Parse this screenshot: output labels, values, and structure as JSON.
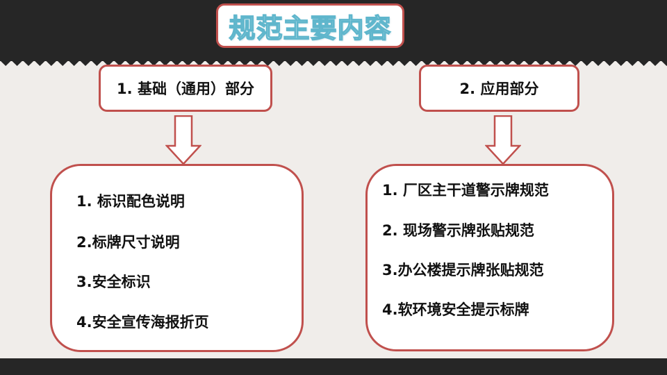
{
  "title": "规范主要内容",
  "colors": {
    "dark_band": "#262626",
    "background": "#f0edea",
    "border": "#c0504d",
    "title_outline": "#5fb6cc"
  },
  "sections": [
    {
      "header": "1. 基础（通用）部分",
      "items": [
        "1. 标识配色说明",
        "2.标牌尺寸说明",
        "3.安全标识",
        "4.安全宣传海报折页"
      ]
    },
    {
      "header": "2. 应用部分",
      "items": [
        "1. 厂区主干道警示牌规范",
        "2. 现场警示牌张贴规范",
        "3.办公楼提示牌张贴规范",
        "4.软环境安全提示标牌"
      ]
    }
  ],
  "icons": {
    "arrow": "down-arrow-icon"
  }
}
